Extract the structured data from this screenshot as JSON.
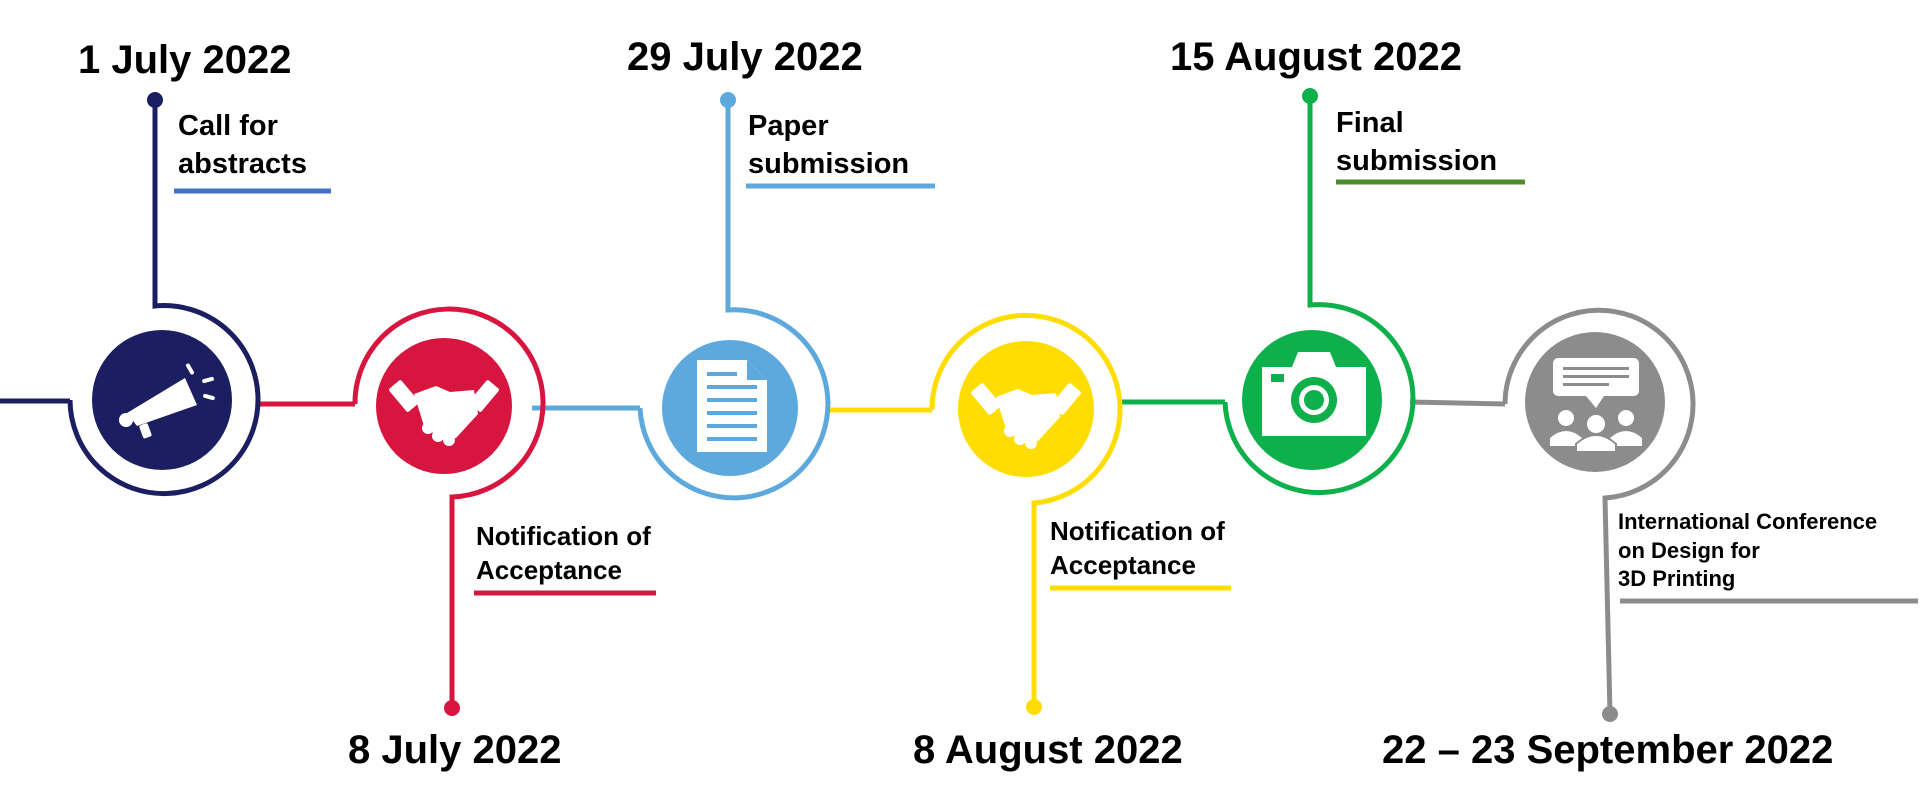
{
  "milestones": [
    {
      "date": "1 July 2022",
      "label_lines": [
        "Call for",
        "abstracts"
      ],
      "color": "#1B1F62",
      "underline_color": "#4472C4",
      "icon": "megaphone-icon"
    },
    {
      "date": "8 July 2022",
      "label_lines": [
        "Notification of",
        "Acceptance"
      ],
      "color": "#D7153F",
      "underline_color": "#D7153F",
      "icon": "handshake-icon"
    },
    {
      "date": "29 July 2022",
      "label_lines": [
        "Paper",
        "submission"
      ],
      "color": "#5DA9DD",
      "underline_color": "#5DA9DD",
      "icon": "document-icon"
    },
    {
      "date": "8 August 2022",
      "label_lines": [
        "Notification of",
        "Acceptance"
      ],
      "color": "#FFDD00",
      "underline_color": "#FFDD00",
      "icon": "handshake-icon"
    },
    {
      "date": "15 August 2022",
      "label_lines": [
        "Final",
        "submission"
      ],
      "color": "#0DB04B",
      "underline_color": "#4E8A2E",
      "icon": "camera-icon"
    },
    {
      "date": "22 – 23 September 2022",
      "label_lines": [
        "International Conference",
        "on Design for",
        "3D Printing"
      ],
      "color": "#8C8C8C",
      "underline_color": "#8C8C8C",
      "icon": "conference-icon"
    }
  ]
}
